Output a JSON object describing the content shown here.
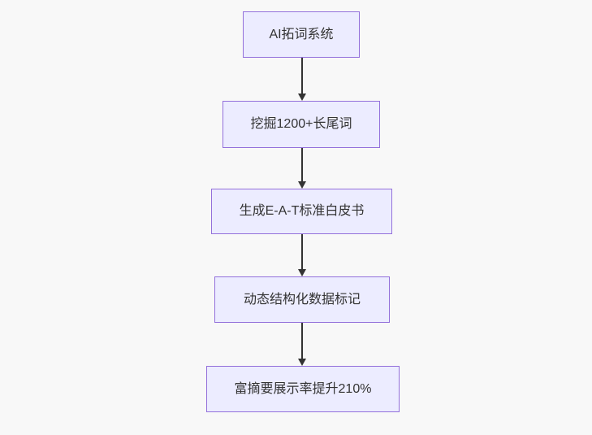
{
  "diagram": {
    "type": "flowchart-top-down",
    "nodes": [
      {
        "id": "step-1",
        "label": "AI拓词系统"
      },
      {
        "id": "step-2",
        "label": "挖掘1200+长尾词"
      },
      {
        "id": "step-3",
        "label": "生成E-A-T标准白皮书"
      },
      {
        "id": "step-4",
        "label": "动态结构化数据标记"
      },
      {
        "id": "step-5",
        "label": "富摘要展示率提升210%"
      }
    ],
    "edges": [
      {
        "from": "step-1",
        "to": "step-2",
        "style": "arrow-down"
      },
      {
        "from": "step-2",
        "to": "step-3",
        "style": "arrow-down"
      },
      {
        "from": "step-3",
        "to": "step-4",
        "style": "arrow-down"
      },
      {
        "from": "step-4",
        "to": "step-5",
        "style": "arrow-down"
      }
    ],
    "colors": {
      "background": "#F8F8F8",
      "node_fill": "#ECECFF",
      "node_border": "#9370DB",
      "text": "#333333",
      "arrow": "#333333"
    }
  }
}
